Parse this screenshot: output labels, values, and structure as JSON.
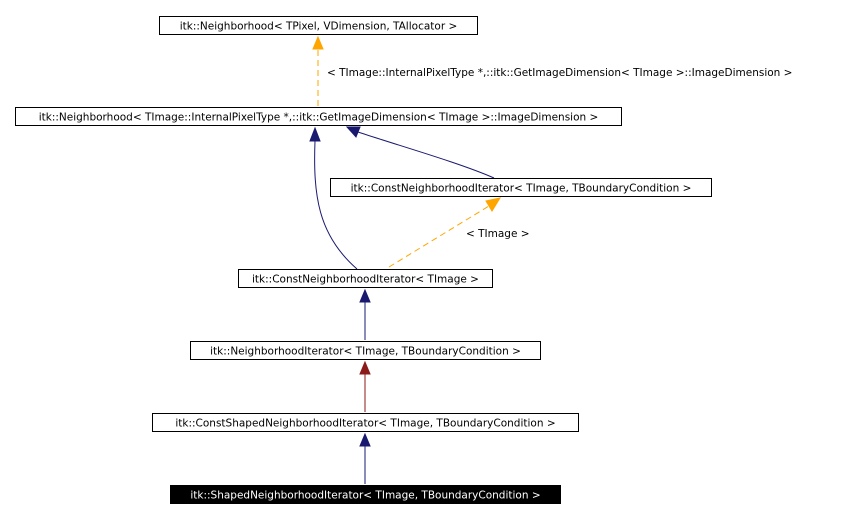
{
  "nodes": {
    "n1": "itk::Neighborhood< TPixel, VDimension, TAllocator >",
    "n2": "itk::Neighborhood< TImage::InternalPixelType *,::itk::GetImageDimension< TImage >::ImageDimension >",
    "n3": "itk::ConstNeighborhoodIterator< TImage, TBoundaryCondition >",
    "n4": "itk::ConstNeighborhoodIterator< TImage >",
    "n5": "itk::NeighborhoodIterator< TImage, TBoundaryCondition >",
    "n6": "itk::ConstShapedNeighborhoodIterator< TImage, TBoundaryCondition >",
    "n7": "itk::ShapedNeighborhoodIterator< TImage, TBoundaryCondition >"
  },
  "edge_labels": {
    "e_n2_n1": "< TImage::InternalPixelType *,::itk::GetImageDimension< TImage >::ImageDimension >",
    "e_n4_n3": "< TImage >"
  },
  "colors": {
    "inheritance": "#191970",
    "template_instantiation": "#ffa500",
    "protected_inheritance": "#8b1a1a",
    "current_node_fill": "#000000",
    "current_node_text": "#ffffff"
  }
}
